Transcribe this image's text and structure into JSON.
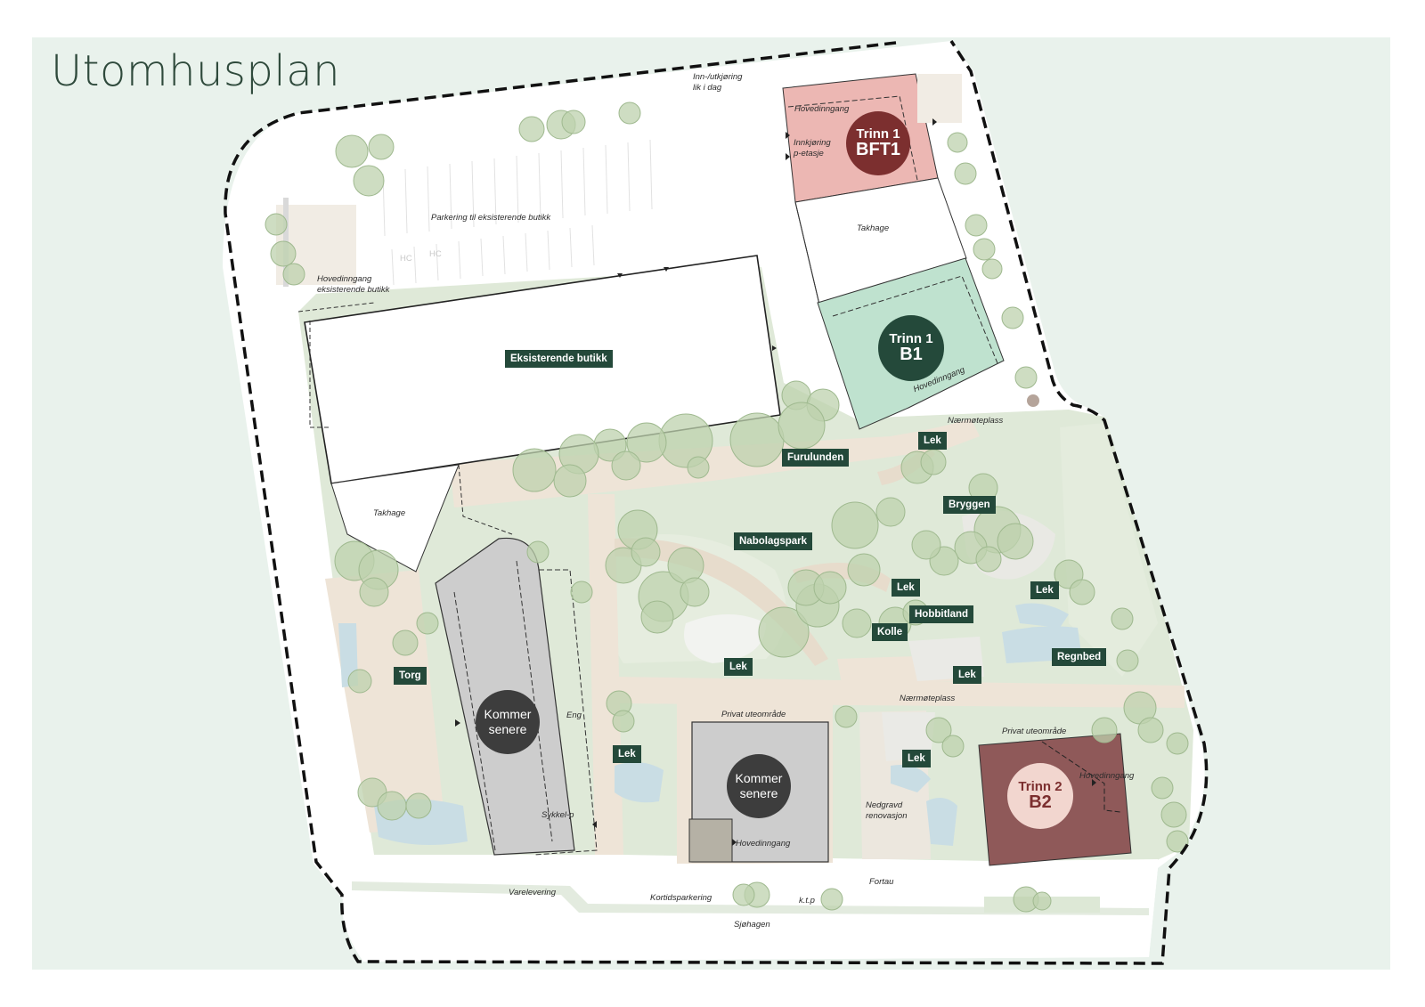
{
  "title": "Utomhusplan",
  "colors": {
    "background": "#e9f2ec",
    "park": "#dfe9d8",
    "path": "#eee4d7",
    "trinn1_bft1": "#ecb7b3",
    "trinn1_b1": "#bfe2cf",
    "trinn2_b2": "#8f5959",
    "kommer_senere": "#cdcdcd",
    "label_bg": "#24493a"
  },
  "buildings": {
    "bft1": {
      "line1": "Trinn 1",
      "line2": "BFT1"
    },
    "b1": {
      "line1": "Trinn 1",
      "line2": "B1"
    },
    "b2": {
      "line1": "Trinn 2",
      "line2": "B2"
    },
    "later_west": {
      "line1": "Kommer",
      "line2": "senere"
    },
    "later_south": {
      "line1": "Kommer",
      "line2": "senere"
    }
  },
  "labels": {
    "eksisterende_butikk": "Eksisterende butikk",
    "furulunden": "Furulunden",
    "lek_1": "Lek",
    "bryggen": "Bryggen",
    "nabolagspark": "Nabolagspark",
    "lek_2": "Lek",
    "lek_3": "Lek",
    "hobbitland": "Hobbitland",
    "kolle": "Kolle",
    "regnbed": "Regnbed",
    "lek_4": "Lek",
    "lek_5": "Lek",
    "torg": "Torg",
    "lek_6": "Lek",
    "lek_7": "Lek"
  },
  "notes": {
    "inn_utkjoring_1": "Inn-/utkjøring",
    "inn_utkjoring_2": "lik i dag",
    "hovedinngang_bft1": "Hovedinngang",
    "innkjoring_1": "Innkjøring",
    "innkjoring_2": "p-etasje",
    "parkering": "Parkering til eksisterende butikk",
    "takhage_1": "Takhage",
    "hovedinngang_butikk_1": "Hovedinngang",
    "hovedinngang_butikk_2": "eksisterende butikk",
    "hc_1": "HC",
    "hc_2": "HC",
    "hovedinngang_b1": "Hovedinngang",
    "naermoteplass_1": "Nærmøteplass",
    "takhage_2": "Takhage",
    "eng": "Eng",
    "sykkel_p": "Sykkel-p",
    "naermoteplass_2": "Nærmøteplass",
    "privat_uteomrade_1": "Privat uteområde",
    "privat_uteomrade_2": "Privat uteområde",
    "hovedinngang_b2": "Hovedinngang",
    "nedgravd_1": "Nedgravd",
    "nedgravd_2": "renovasjon",
    "hovedinngang_south": "Hovedinngang",
    "fortau": "Fortau",
    "varelevering": "Varelevering",
    "kortidsparkering": "Kortidsparkering",
    "ktp": "k.t.p",
    "sjohagen": "Sjøhagen"
  }
}
